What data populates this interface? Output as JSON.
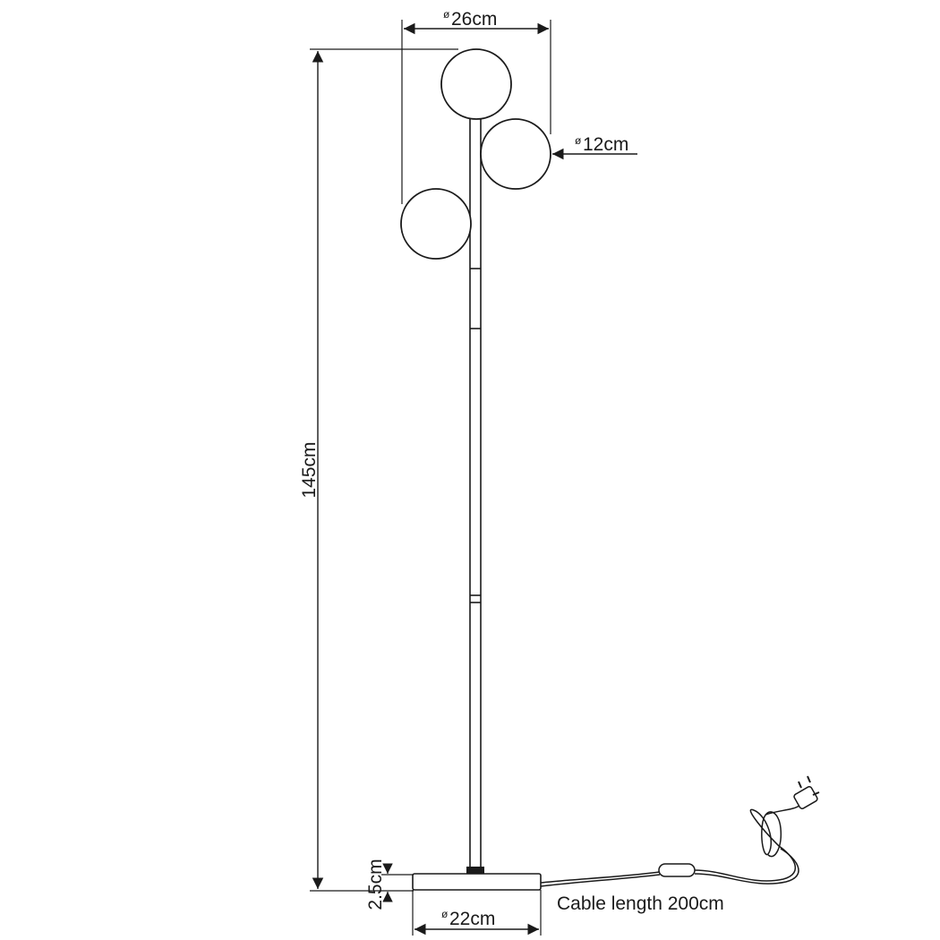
{
  "dimensions": {
    "shade_spread": {
      "symbol": "ø",
      "value": "26cm"
    },
    "shade_diameter": {
      "symbol": "ø",
      "value": "12cm"
    },
    "total_height": {
      "value": "145cm"
    },
    "base_height": {
      "value": "2.5cm"
    },
    "base_diameter": {
      "symbol": "ø",
      "value": "22cm"
    }
  },
  "cable": {
    "label": "Cable length 200cm"
  }
}
